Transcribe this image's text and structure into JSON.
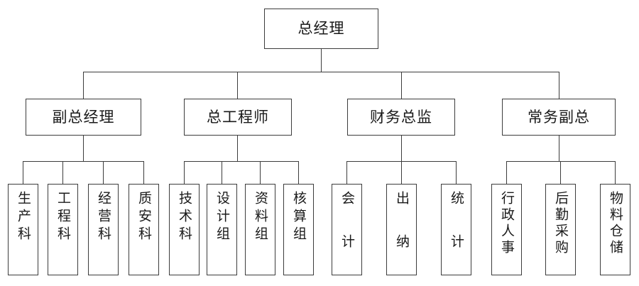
{
  "diagram": {
    "title_node": {
      "label": "总经理"
    },
    "level2": [
      {
        "id": "deputy-gm",
        "label": "副总经理"
      },
      {
        "id": "chief-engineer",
        "label": "总工程师"
      },
      {
        "id": "cfo",
        "label": "财务总监"
      },
      {
        "id": "exec-vp",
        "label": "常务副总"
      }
    ],
    "level3": {
      "deputy-gm": [
        {
          "id": "production-dept",
          "label": "生产科"
        },
        {
          "id": "engineering-dept",
          "label": "工程科"
        },
        {
          "id": "operations-dept",
          "label": "经营科"
        },
        {
          "id": "quality-safety-dept",
          "label": "质安科"
        }
      ],
      "chief-engineer": [
        {
          "id": "technology-dept",
          "label": "技术科"
        },
        {
          "id": "design-group",
          "label": "设计组"
        },
        {
          "id": "documents-group",
          "label": "资料组"
        },
        {
          "id": "accounting-group",
          "label": "核算组"
        }
      ],
      "cfo": [
        {
          "id": "accountant",
          "label": "会计"
        },
        {
          "id": "cashier",
          "label": "出纳"
        },
        {
          "id": "statistician",
          "label": "统计"
        }
      ],
      "exec-vp": [
        {
          "id": "admin-hr",
          "label": "行政人事"
        },
        {
          "id": "logistics-purchasing",
          "label": "后勤采购"
        },
        {
          "id": "material-warehouse",
          "label": "物料仓储"
        }
      ]
    },
    "colors": {
      "line": "#3c3c3c",
      "box_fill": "#ffffff",
      "text": "#1a1a1a"
    }
  }
}
